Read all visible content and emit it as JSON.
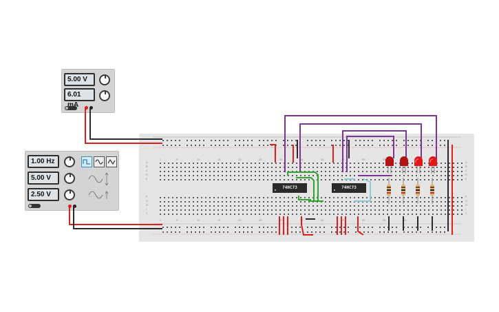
{
  "power_supply": {
    "voltage": "5.00 V",
    "current": "6.01 mA"
  },
  "function_generator": {
    "frequency": "1.00 Hz",
    "amplitude": "5.00 V",
    "dc_offset": "2.50 V",
    "waveforms": [
      "square",
      "sine",
      "triangle"
    ],
    "selected_waveform": "square"
  },
  "chips": [
    {
      "label": "74HC73"
    },
    {
      "label": "74HC73"
    }
  ],
  "breadboard": {
    "column_numbers": [
      "1",
      "5",
      "10",
      "15",
      "20",
      "25",
      "30",
      "35",
      "40",
      "45",
      "50",
      "55",
      "60"
    ],
    "row_letters_top": [
      "A",
      "B",
      "C",
      "D",
      "E"
    ],
    "row_letters_bottom": [
      "F",
      "G",
      "H",
      "I",
      "J"
    ]
  },
  "leds": [
    {
      "color": "#b31212",
      "state": "off"
    },
    {
      "color": "#b31212",
      "state": "off"
    },
    {
      "color": "#e01818",
      "state": "on"
    },
    {
      "color": "#e01818",
      "state": "on"
    }
  ],
  "colors": {
    "wire_red": "#d92020",
    "wire_black": "#2a2a2a",
    "wire_purple": "#7b3596",
    "wire_green": "#2ea82e",
    "wire_blue": "#8ec9dd",
    "board": "#e5e5e5",
    "lcd": "#dde3e6"
  }
}
